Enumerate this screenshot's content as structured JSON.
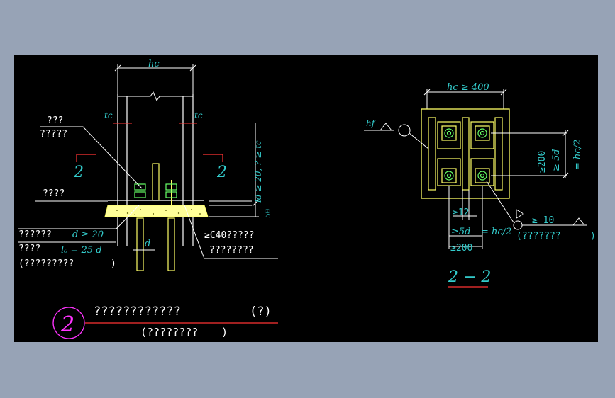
{
  "colors": {
    "background": "#97a3b6",
    "canvas": "#000000",
    "white": "#ffffff",
    "yellow": "#ffff66",
    "cyan": "#33cccc",
    "green": "#66ff66",
    "red": "#ff3333",
    "magenta": "#ff33ff",
    "concrete": "#ffff99"
  },
  "left": {
    "top_dim": "hc",
    "tc_left": "tc",
    "tc_right": "tc",
    "label_a1": "???",
    "label_a2": "?????",
    "section_left": "2",
    "section_right": "2",
    "label_b": "????",
    "vert_note": "ld ≥ 20, ? ≥ tc",
    "dim_50": "50",
    "label_c1": "??????",
    "label_c1_val": "d ≥ 20",
    "label_c2": "????",
    "label_c2_val": "l₀ = 25 d",
    "label_c3": "(?????????",
    "label_c3_end": ")",
    "label_d": "d",
    "label_e1": "≥C40?????",
    "label_e2": "????????",
    "title_num": "2",
    "title_main": "????????????",
    "title_paren": "(?)",
    "title_sub": "(????????",
    "title_sub_end": ")"
  },
  "right": {
    "top_dim": "hc ≥ 400",
    "hf_label": "hf",
    "dim_vert_1": "≥200",
    "dim_vert_2": "≥ 5d",
    "dim_vert_3": "= hc/2",
    "dim_12": "≥12",
    "dim_5d": "≥5d",
    "dim_hc": "= hc/2",
    "dim_200": "≥200",
    "weld_10": "≥ 10",
    "weld_note": "(???????",
    "weld_note_end": ")",
    "section_title": "2 − 2"
  }
}
